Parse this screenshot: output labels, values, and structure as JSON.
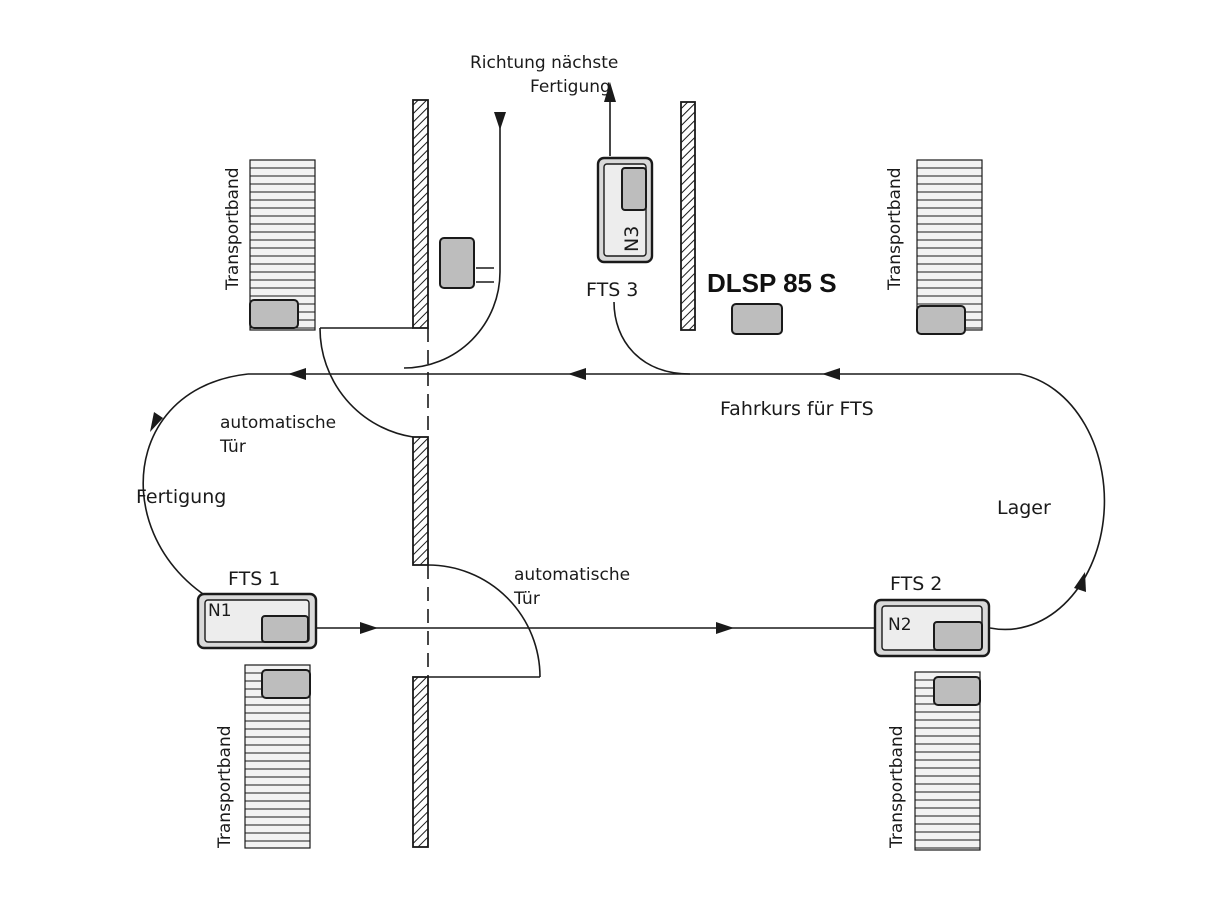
{
  "labels": {
    "next_production_line1": "Richtung nächste",
    "next_production_line2": "Fertigung",
    "conveyor": "Transportband",
    "fts3": "FTS 3",
    "n3": "N3",
    "robot_model": "DLSP 85 S",
    "route": "Fahrkurs für FTS",
    "door_top_line1": "automatische",
    "door_top_line2": "Tür",
    "production": "Fertigung",
    "warehouse": "Lager",
    "fts1": "FTS 1",
    "n1": "N1",
    "door_bottom_line1": "automatische",
    "door_bottom_line2": "Tür",
    "fts2": "FTS 2",
    "n2": "N2"
  },
  "colors": {
    "line": "#1a1a1a",
    "background": "#ffffff",
    "robot_fill": "#bdbdbd"
  }
}
